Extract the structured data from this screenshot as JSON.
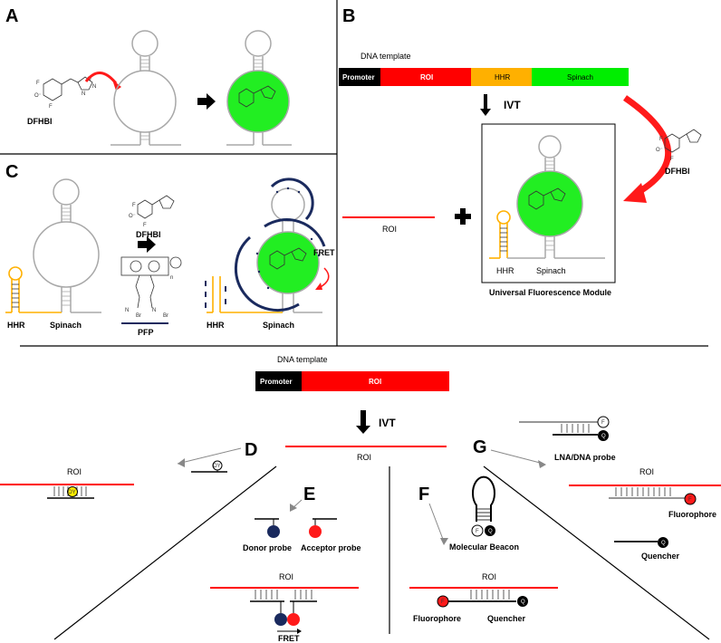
{
  "panels": {
    "a": "A",
    "b": "B",
    "c": "C",
    "d": "D",
    "e": "E",
    "f": "F",
    "g": "G"
  },
  "labels": {
    "dfhbi": "DFHBI",
    "dna_template": "DNA template",
    "promoter": "Promoter",
    "roi": "ROI",
    "hhr": "HHR",
    "spinach": "Spinach",
    "ivt": "IVT",
    "universal_module": "Universal Fluorescence Module",
    "pfp": "PFP",
    "fret": "FRET",
    "oy": "OY",
    "donor_probe": "Donor probe",
    "acceptor_probe": "Acceptor probe",
    "molecular_beacon": "Molecular Beacon",
    "lna_dna_probe": "LNA/DNA probe",
    "fluorophore": "Fluorophore",
    "quencher": "Quencher",
    "f": "F",
    "q": "Q",
    "o_minus": "O⁻",
    "f_atom": "F",
    "n_atom": "N",
    "o_atom": "O",
    "br_atom": "Br",
    "n_sub": "n"
  },
  "colors": {
    "promoter": "#000000",
    "roi": "#ff0000",
    "hhr": "#ffb000",
    "spinach": "#00ee00",
    "green_fill": "#22ee22",
    "arrow_red": "#ff1a1a",
    "navy": "#1a2a5e",
    "oy_yellow": "#ffee00",
    "gray": "#a8a8a8"
  },
  "icons": [
    "right-arrow-icon",
    "down-arrow-icon",
    "curved-arrow-icon",
    "plus-icon"
  ]
}
